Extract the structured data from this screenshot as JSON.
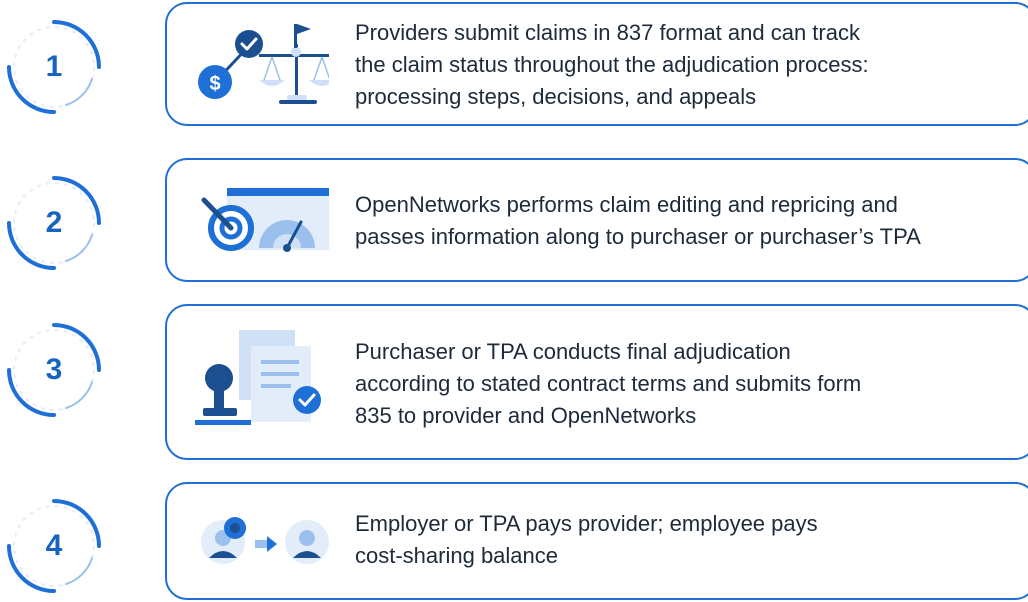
{
  "colors": {
    "accent": "#1e6fd6",
    "dark_blue": "#1c4f8f",
    "light_blue": "#cfe0f7",
    "number_blue": "#1565c0"
  },
  "steps": [
    {
      "number": "1",
      "icon": "scale-payment-icon",
      "icon_text": "$",
      "text": "Providers submit claims in 837 format and can track\nthe claim status throughout the adjudication process:\nprocessing steps, decisions, and appeals"
    },
    {
      "number": "2",
      "icon": "target-gauge-icon",
      "text": "OpenNetworks performs claim editing and repricing and\npasses information along to purchaser or purchaser’s TPA"
    },
    {
      "number": "3",
      "icon": "stamp-documents-icon",
      "text": "Purchaser or TPA conducts final adjudication\naccording to stated contract terms and submits form\n835 to provider and OpenNetworks"
    },
    {
      "number": "4",
      "icon": "person-transfer-icon",
      "text": "Employer or TPA pays provider; employee pays\ncost-sharing balance"
    }
  ]
}
